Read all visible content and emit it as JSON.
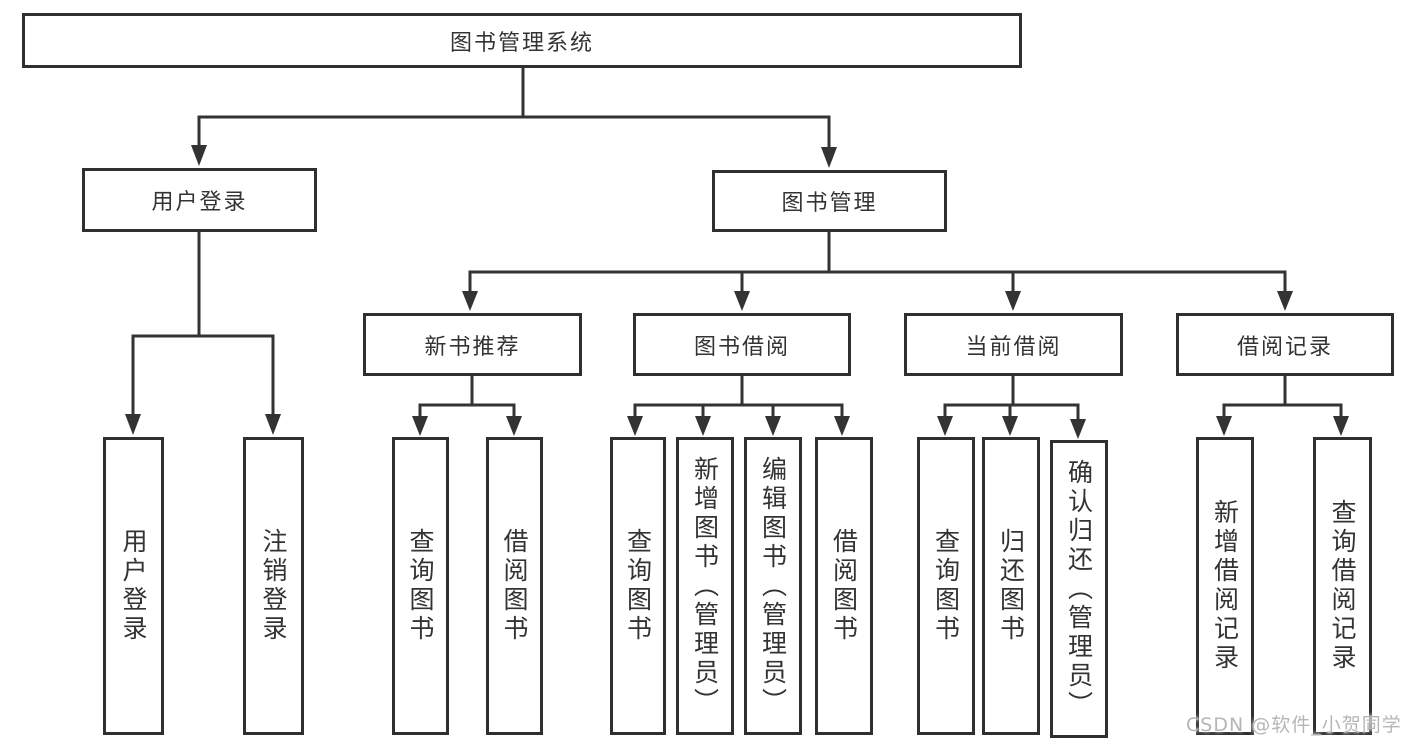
{
  "colors": {
    "background": "#ffffff",
    "line": "#333333",
    "box_border": "#2f2f2f",
    "text": "#333333",
    "watermark": "#b5b6b8"
  },
  "watermark": "CSDN @软件_小贺同学",
  "tree": {
    "root": {
      "label": "图书管理系统"
    },
    "children": [
      {
        "label": "用户登录",
        "children": [
          {
            "label": "用户登录"
          },
          {
            "label": "注销登录"
          }
        ]
      },
      {
        "label": "图书管理",
        "children": [
          {
            "label": "新书推荐",
            "children": [
              {
                "label": "查询图书"
              },
              {
                "label": "借阅图书"
              }
            ]
          },
          {
            "label": "图书借阅",
            "children": [
              {
                "label": "查询图书"
              },
              {
                "label": "新增图书（管理员）"
              },
              {
                "label": "编辑图书（管理员）"
              },
              {
                "label": "借阅图书"
              }
            ]
          },
          {
            "label": "当前借阅",
            "children": [
              {
                "label": "查询图书"
              },
              {
                "label": "归还图书"
              },
              {
                "label": "确认归还（管理员）"
              }
            ]
          },
          {
            "label": "借阅记录",
            "children": [
              {
                "label": "新增借阅记录"
              },
              {
                "label": "查询借阅记录"
              }
            ]
          }
        ]
      }
    ]
  }
}
